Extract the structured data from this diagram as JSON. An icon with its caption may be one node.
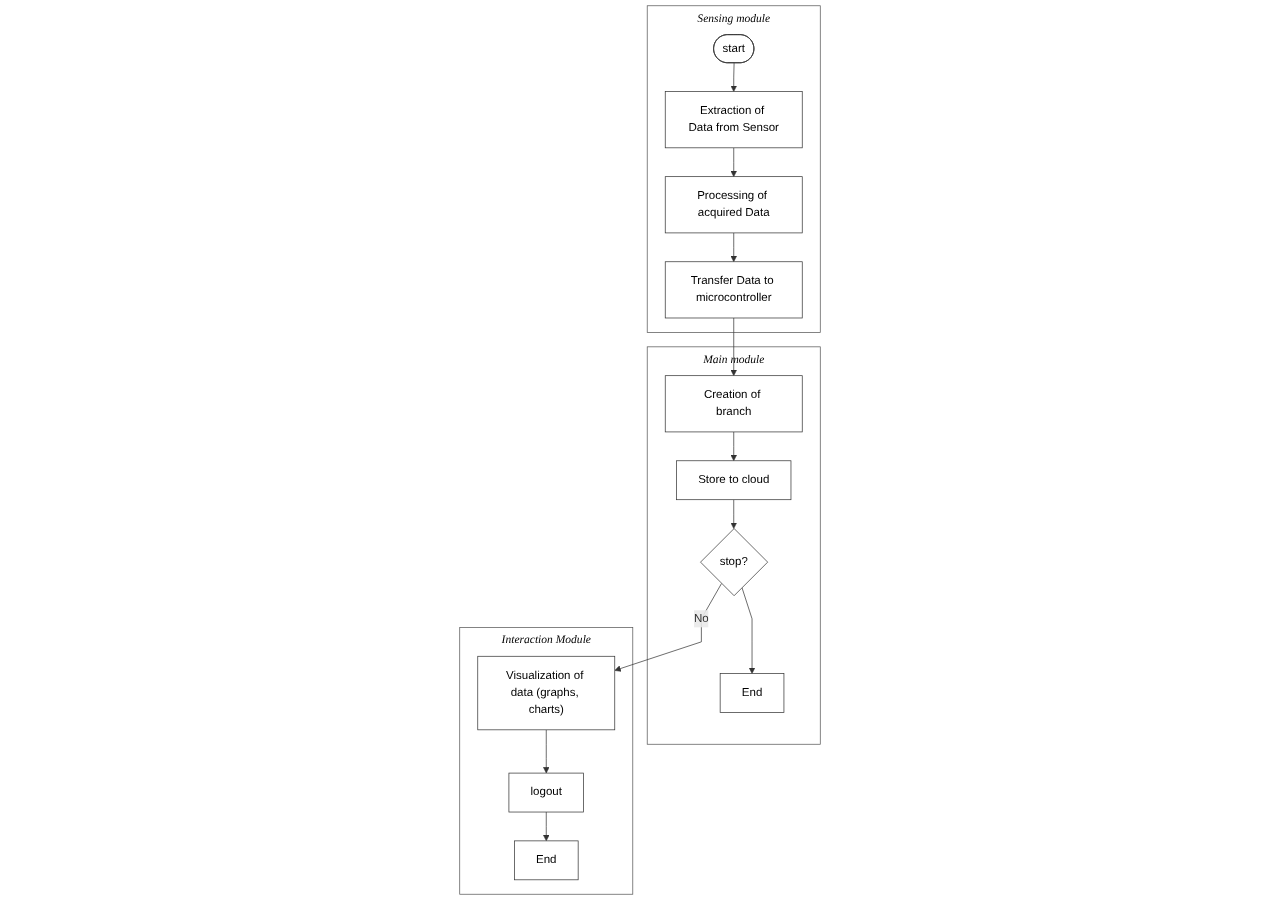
{
  "diagram": {
    "nodes": [
      {
        "text": [
          "Sensing module"
        ]
      },
      {
        "text": [
          "start"
        ],
        "in": 0
      },
      {
        "text": [
          "Extraction of Data from Sensor"
        ],
        "in": 0
      },
      {
        "text": [
          "Processing of acquired Data"
        ],
        "in": 0
      },
      {
        "text": [
          "Transfer Data to microcontroller"
        ],
        "in": 0
      },
      {
        "text": [
          "Main module"
        ]
      },
      {
        "text": [
          "Creation of branch"
        ],
        "in": 5
      },
      {
        "text": [
          "Store to cloud"
        ],
        "in": 5
      },
      {
        "text": [
          "stop?"
        ],
        "in": 5
      },
      {
        "text": [
          "End"
        ],
        "in": 5
      },
      {
        "text": [
          "Interaction Module"
        ]
      },
      {
        "text": [
          "Visualization of data (graphs, charts)"
        ],
        "in": 10
      },
      {
        "text": [
          "logout"
        ],
        "in": 10
      },
      {
        "text": [
          "End"
        ],
        "in": 10
      }
    ],
    "edges": [
      {
        "from": 1,
        "to": 2,
        "arrow": "to"
      },
      {
        "from": 2,
        "to": 3,
        "arrow": "to"
      },
      {
        "from": 3,
        "to": 4,
        "arrow": "to"
      },
      {
        "from": 4,
        "to": 6,
        "arrow": "to"
      },
      {
        "from": 6,
        "to": 7,
        "arrow": "to"
      },
      {
        "from": 7,
        "to": 8,
        "arrow": "to"
      },
      {
        "from": 8,
        "to": 11,
        "arrow": "to",
        "label": "No"
      },
      {
        "from": 8,
        "to": 9,
        "arrow": "to"
      },
      {
        "from": 11,
        "to": 12,
        "arrow": "to"
      },
      {
        "from": 12,
        "to": 13,
        "arrow": "to"
      }
    ]
  }
}
